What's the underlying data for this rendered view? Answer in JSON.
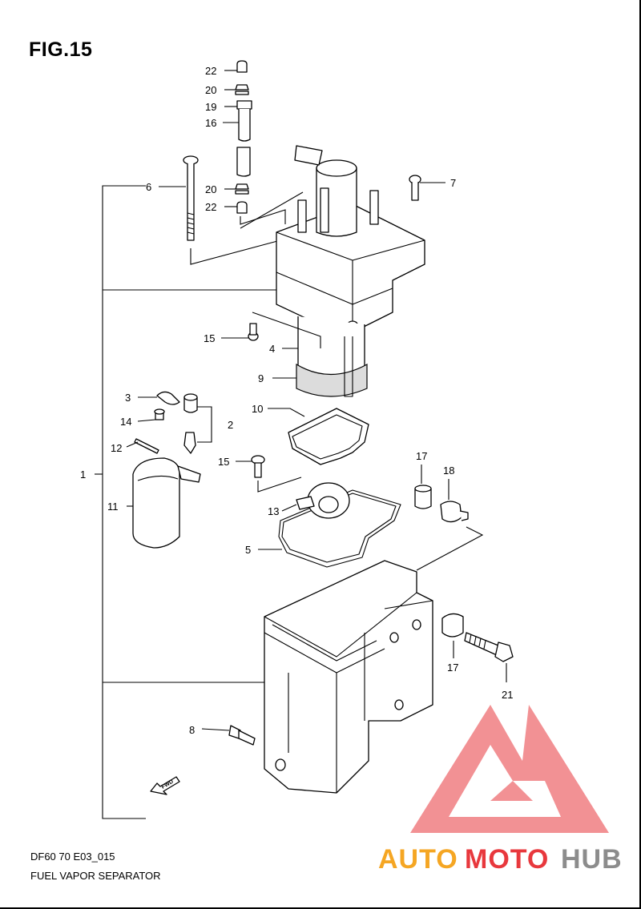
{
  "figure_title": "FIG.15",
  "diagram_code": "DF60 70 E03_015",
  "diagram_name": "FUEL VAPOR SEPARATOR",
  "fwd_marker": "FWD",
  "watermark": {
    "brand_part1": "AUTO",
    "brand_part2": "MOTO",
    "brand_part3": "HUB",
    "color_orange": "#f5a623",
    "color_red": "#e8383d",
    "color_gray": "#8c8c8c"
  },
  "callouts": {
    "c22a": "22",
    "c20a": "20",
    "c19": "19",
    "c16": "16",
    "c6": "6",
    "c20b": "20",
    "c22b": "22",
    "c7": "7",
    "c15a": "15",
    "c4": "4",
    "c9": "9",
    "c3": "3",
    "c14": "14",
    "c2": "2",
    "c12": "12",
    "c10": "10",
    "c15b": "15",
    "c11": "11",
    "c1": "1",
    "c17a": "17",
    "c18": "18",
    "c13": "13",
    "c5": "5",
    "c17b": "17",
    "c21": "21",
    "c8": "8"
  }
}
